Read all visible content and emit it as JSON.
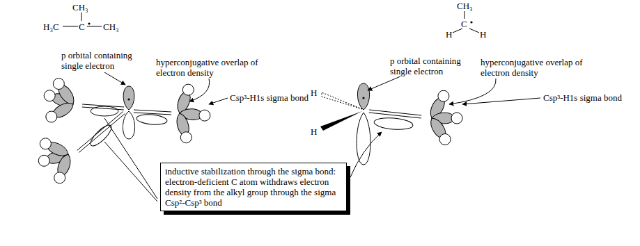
{
  "diagram": {
    "nodes": [
      {
        "text": [
          "inductive stabilization through the sigma bond: electron-deficient C atom withdraws electron density from the alkyl group through the sigma Csp²-Csp³ bond"
        ]
      }
    ],
    "labels": [
      "CH₃",
      "H₃C",
      "C",
      "CH₃",
      "CH₃",
      "C",
      "H",
      "H",
      "p orbital containing single electron",
      "hyperconjugative overlap of electron density",
      "Csp³-H1s sigma bond",
      "H",
      "H",
      "p orbital containing single electron",
      "hyperconjugative overlap of electron density",
      "Csp³-H1s sigma bond"
    ]
  }
}
